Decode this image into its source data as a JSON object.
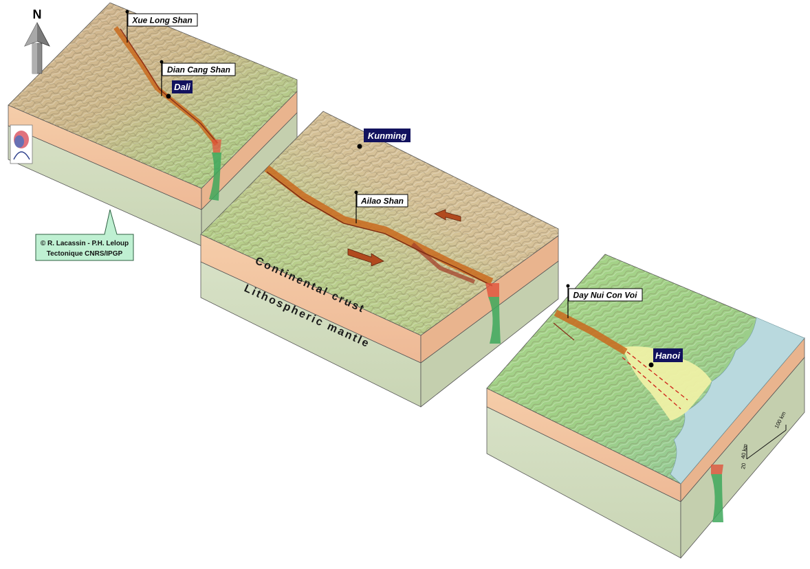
{
  "north": {
    "label": "N",
    "icon": "north-arrow-icon"
  },
  "credit": {
    "line1": "© R. Lacassin - P.H. Leloup",
    "line2": "Tectonique CNRS/IPGP"
  },
  "logo": {
    "icon": "institution-logo-icon"
  },
  "block_west": {
    "labels": {
      "xue_long_shan": "Xue Long Shan",
      "dian_cang_shan": "Dian Cang Shan"
    },
    "cities": {
      "dali": "Dali"
    }
  },
  "block_center": {
    "labels": {
      "ailao_shan": "Ailao Shan"
    },
    "cities": {
      "kunming": "Kunming"
    },
    "layers": {
      "crust": "Continental crust",
      "mantle": "Lithospheric mantle"
    },
    "icons": {
      "motion_arrow": "fault-motion-arrow-icon"
    }
  },
  "block_east": {
    "labels": {
      "day_nui_con_voi": "Day Nui Con Voi"
    },
    "cities": {
      "hanoi": "Hanoi"
    },
    "scale": {
      "km100": "100 km",
      "km40": "40 km",
      "km20": "20"
    }
  },
  "colors": {
    "terrain_light": "#d9c19a",
    "terrain_green": "#9fcf7e",
    "crust": "#f3c6a2",
    "mantle": "#d5dfc3",
    "fault": "#c96a1d",
    "sea": "#b9d9de",
    "delta": "#eef0a5",
    "city_box": "#12125e"
  }
}
